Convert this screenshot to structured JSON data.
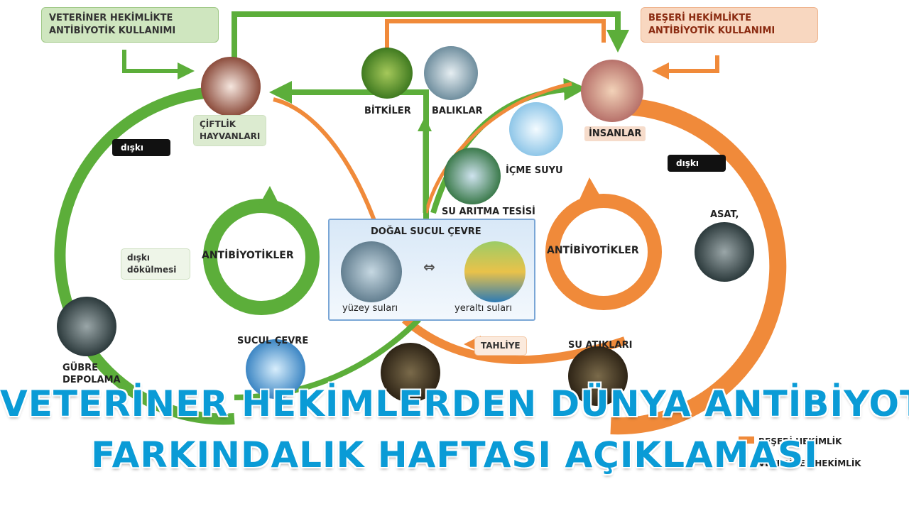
{
  "colors": {
    "green_cycle": "#5cae3a",
    "orange_cycle": "#f08a3a",
    "headline": "#0a9bd6"
  },
  "diagram": {
    "vet_box": [
      "VETERİNER HEKİMLİKTE",
      "ANTİBİYOTİK KULLANIMI"
    ],
    "human_box": [
      "BEŞERİ HEKİMLİKTE",
      "ANTİBİYOTİK KULLANIMI"
    ],
    "farm_animals": [
      "ÇİFTLİK",
      "HAYVANLARI"
    ],
    "plants": "BİTKİLER",
    "fish": "BALIKLAR",
    "humans": "İNSANLAR",
    "drinking_water": "İÇME SUYU",
    "water_treatment": "SU ARITMA TESİSİ",
    "feces_left": "dışkı",
    "feces_right": "dışkı",
    "sludge": "ASAT,",
    "feces_spill": [
      "dışkı",
      "dökülmesi"
    ],
    "antibiotics_left": "ANTİBİYOTİKLER",
    "antibiotics_right": "ANTİBİYOTİKLER",
    "natural_env": "DOĞAL SUCUL ÇEVRE",
    "surface_water": "yüzey suları",
    "ground_water": "yeraltı suları",
    "swap_symbol": "⇔",
    "aquatic_env": "SUCUL ÇEVRE",
    "discharge": "TAHLİYE",
    "waste_water": "SU ATIKLARI",
    "manure": [
      "GÜBRE",
      "DEPOLAMA"
    ],
    "legend": [
      "BEŞERİ HEKİMLİK",
      "VETERİNER HEKİMLİK"
    ]
  },
  "headline": {
    "line1": "VETERİNER HEKİMLERDEN DÜNYA ANTİBİYOTİK",
    "line2": "FARKINDALIK HAFTASI AÇIKLAMASI"
  }
}
